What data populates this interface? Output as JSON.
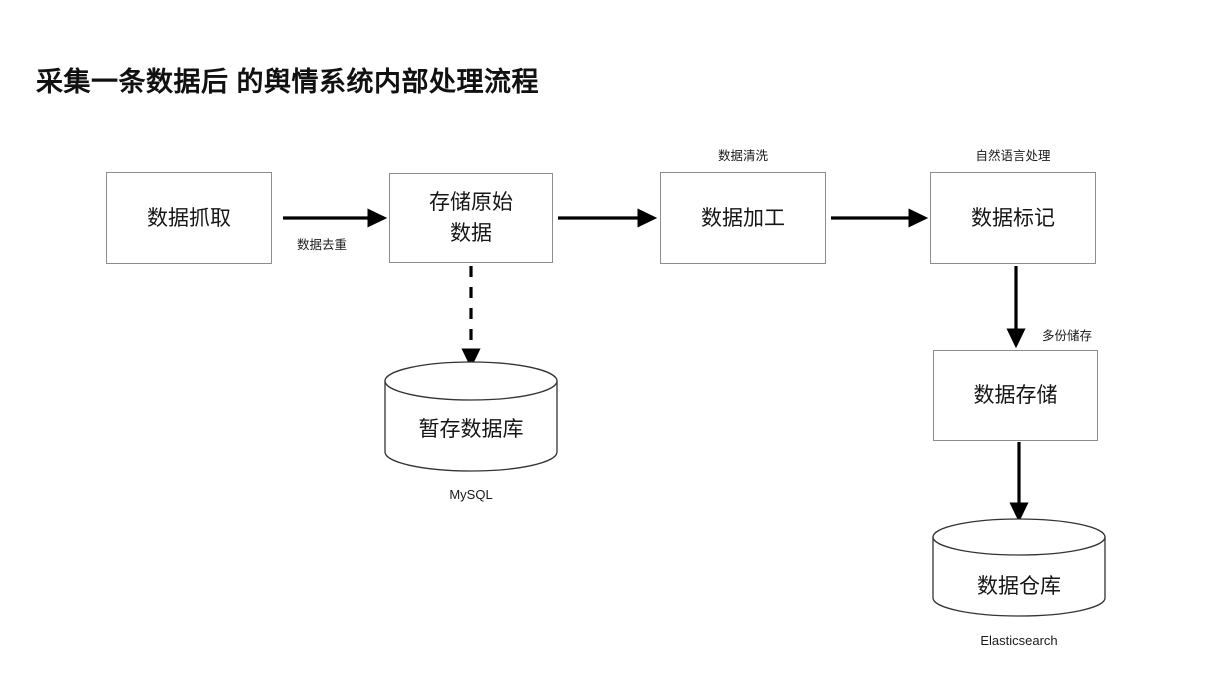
{
  "diagram": {
    "title": "采集一条数据后 的舆情系统内部处理流程",
    "colors": {
      "box_border": "#8c8c8c",
      "cylinder_border": "#333333",
      "arrow": "#000000",
      "text": "#161616",
      "background": "#ffffff"
    },
    "nodes": [
      {
        "id": "crawl",
        "shape": "rect",
        "label": "数据抓取"
      },
      {
        "id": "store-raw",
        "shape": "rect",
        "label": "存储原始\n数据"
      },
      {
        "id": "process",
        "shape": "rect",
        "label": "数据加工",
        "caption_above": "数据清洗"
      },
      {
        "id": "tag",
        "shape": "rect",
        "label": "数据标记",
        "caption_above": "自然语言处理"
      },
      {
        "id": "store",
        "shape": "rect",
        "label": "数据存储"
      },
      {
        "id": "temp-db",
        "shape": "cylinder",
        "label": "暂存数据库",
        "caption_below": "MySQL"
      },
      {
        "id": "warehouse",
        "shape": "cylinder",
        "label": "数据仓库",
        "caption_below": "Elasticsearch"
      }
    ],
    "edges": [
      {
        "from": "crawl",
        "to": "store-raw",
        "style": "solid",
        "label": "数据去重"
      },
      {
        "from": "store-raw",
        "to": "process",
        "style": "solid",
        "label": ""
      },
      {
        "from": "process",
        "to": "tag",
        "style": "solid",
        "label": ""
      },
      {
        "from": "store-raw",
        "to": "temp-db",
        "style": "dashed",
        "label": ""
      },
      {
        "from": "tag",
        "to": "store",
        "style": "solid",
        "label": "多份储存"
      },
      {
        "from": "store",
        "to": "warehouse",
        "style": "solid",
        "label": ""
      }
    ]
  }
}
